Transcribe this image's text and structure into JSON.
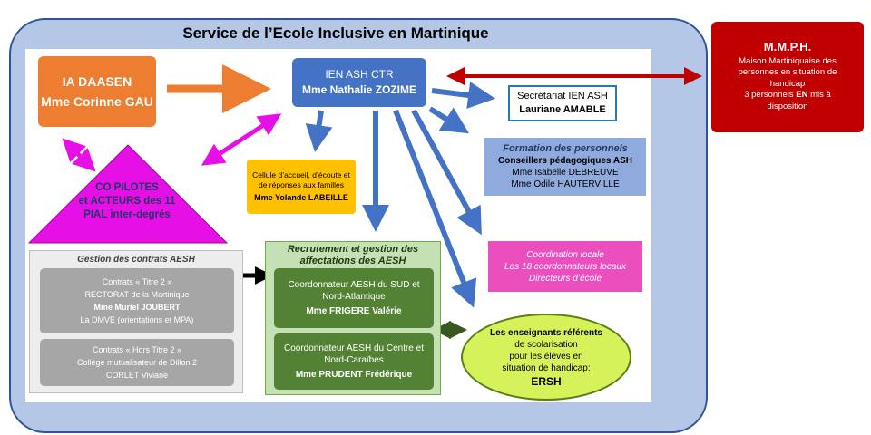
{
  "title": "Service de l’Ecole Inclusive en Martinique",
  "ia": {
    "line1": "IA DAASEN",
    "line2": "Mme Corinne GAU"
  },
  "ien": {
    "line1": "IEN ASH CTR",
    "line2": "Mme Nathalie ZOZIME"
  },
  "secretariat": {
    "line1": "Secrétariat IEN ASH",
    "line2": "Lauriane AMABLE"
  },
  "formation": {
    "title": "Formation des personnels",
    "subtitle": "Conseillers pédagogiques ASH",
    "p1": "Mme Isabelle DEBREUVE",
    "p2": "Mme Odile HAUTERVILLE"
  },
  "cellule": {
    "text": "Cellule d’accueil, d’écoute et de réponses aux familles",
    "name": "Mme Yolande LABEILLE"
  },
  "copilotes": {
    "line1": "CO PILOTES",
    "line2": "et ACTEURS des 11",
    "line3": "PIAL inter-degrés"
  },
  "coordination": {
    "line1": "Coordination locale",
    "line2": "Les 18 coordonnateurs locaux",
    "line3": "Directeurs d’école"
  },
  "ersh": {
    "line1": "Les enseignants référents",
    "line2": "de scolarisation",
    "line3": "pour les élèves en",
    "line4": "situation de handicap:",
    "line5": "ERSH"
  },
  "mdph": {
    "title": "M.M.P.H.",
    "line1": "Maison Martiniquaise des",
    "line2": "personnes en situation de",
    "line3": "handicap",
    "line4a": "3 personnels ",
    "line4b": "EN",
    "line4c": " mis à",
    "line5": "disposition"
  },
  "gestion": {
    "title": "Gestion des contrats AESH",
    "c1": {
      "line1": "Contrats  « Titre 2 »",
      "line2": "RECTORAT de la Martinique",
      "line3": "Mme Muriel JOUBERT",
      "line4": "La DMVE (orientations et MPA)"
    },
    "c2": {
      "line1": "Contrats « Hors Titre 2 »",
      "line2": "Collège mutualisateur de Dillon 2",
      "line3": "CORLET Viviane"
    }
  },
  "recrutement": {
    "title1": "Recrutement et gestion des",
    "title2": "affectations des AESH",
    "sud": {
      "line1": "Coordonnateur AESH du SUD et",
      "line2": "Nord-Atlantique",
      "line3": "Mme FRIGERE Valérie"
    },
    "centre": {
      "line1": "Coordonnateur AESH du Centre et",
      "line2": "Nord-Caraïbes",
      "line3": "Mme PRUDENT Frédérique"
    }
  },
  "colors": {
    "outer": "#b4c7e7",
    "ia": "#ed7d31",
    "ien": "#4472c4",
    "mdph": "#c00000",
    "triangle": "#e60fe6",
    "ersh": "#d6f25a",
    "coord": "#ea4fbd",
    "green": "#548235"
  }
}
